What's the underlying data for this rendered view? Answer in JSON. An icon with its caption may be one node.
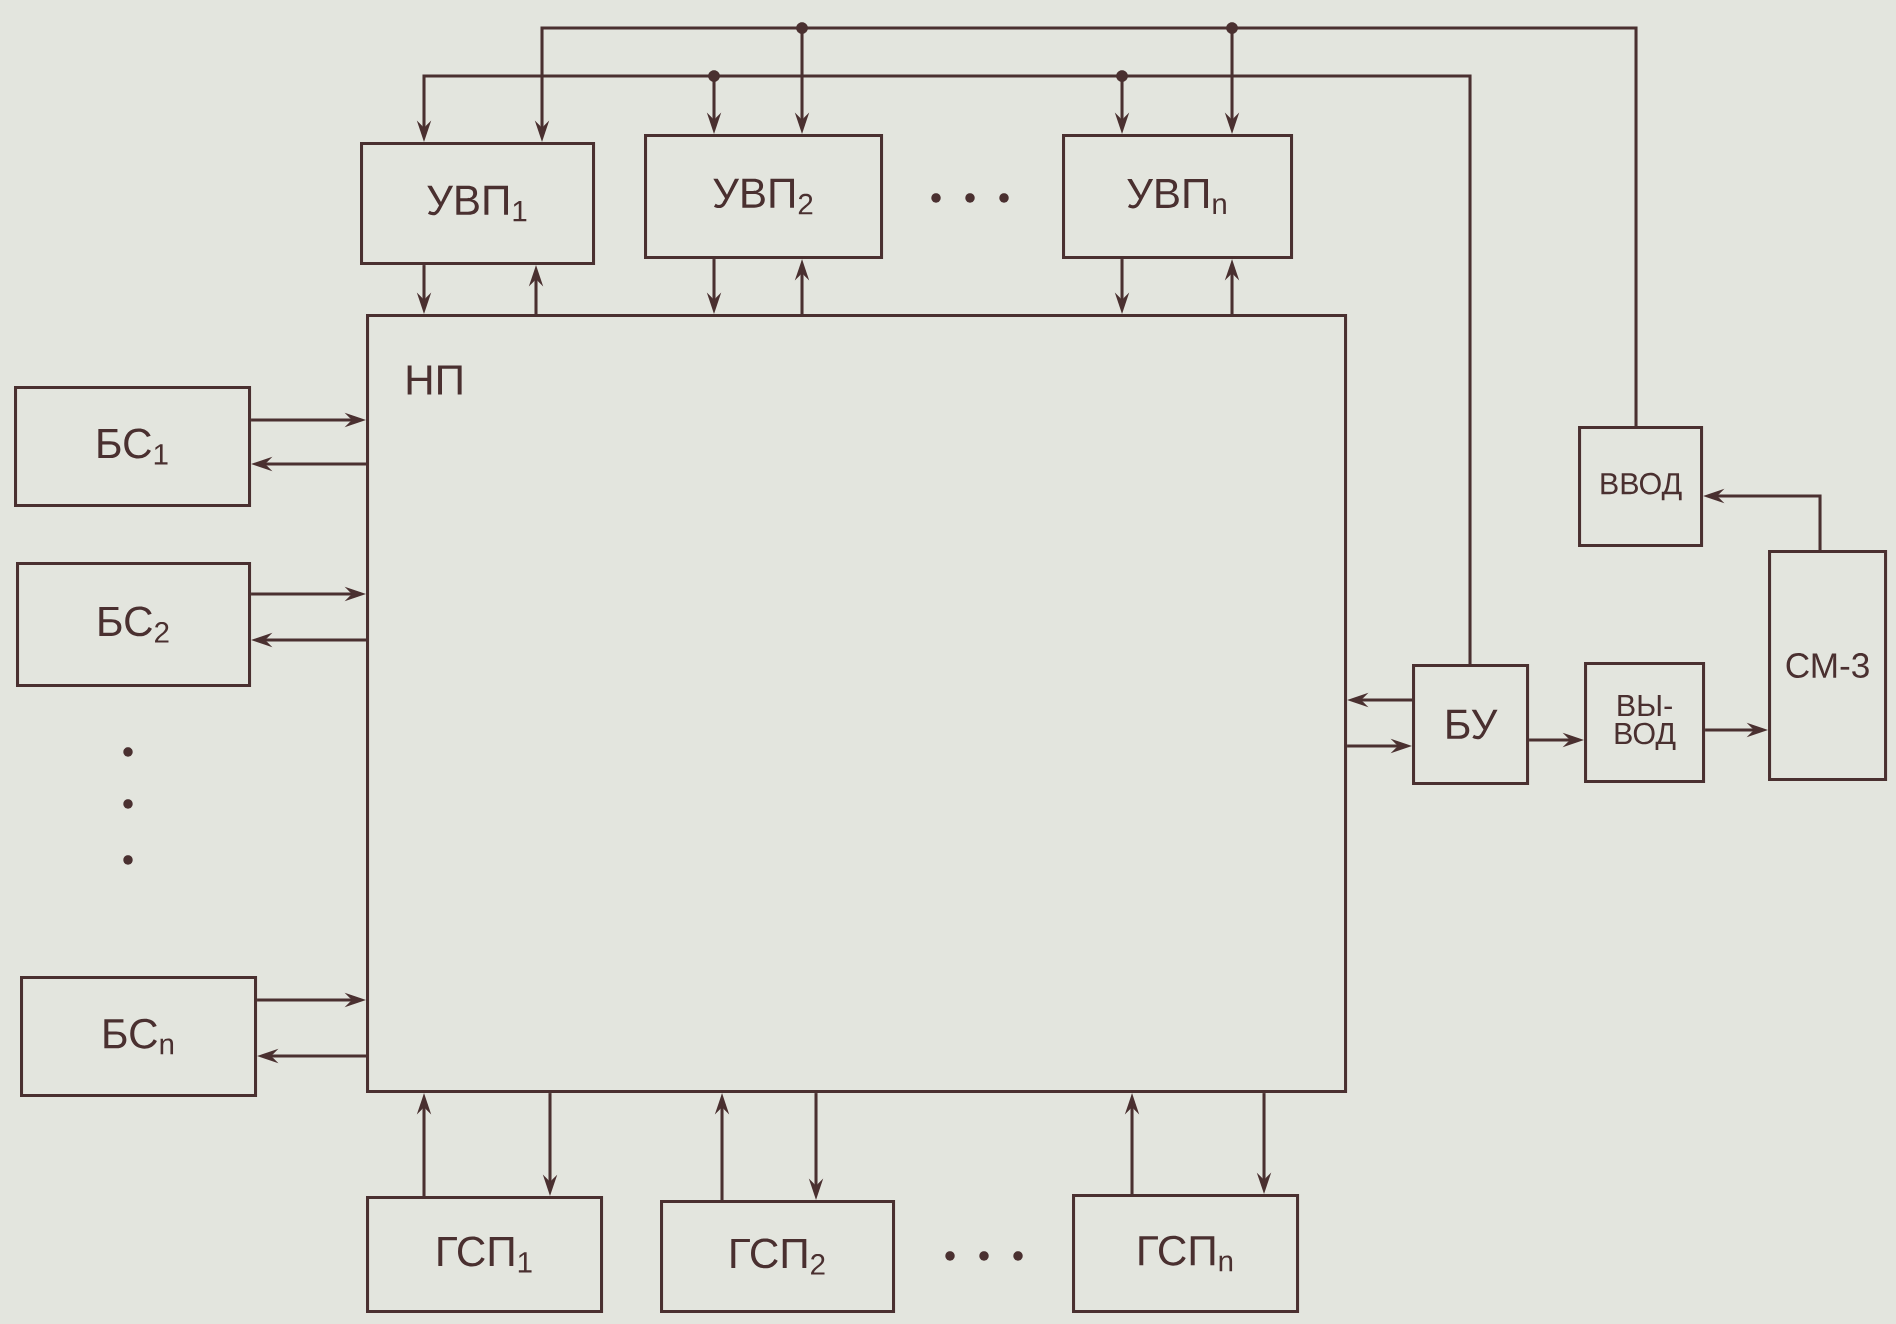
{
  "diagram": {
    "nodes": [
      {
        "text": [
          "УВП$_{1}$"
        ]
      },
      {
        "text": [
          "УВП$_{2}$"
        ]
      },
      {
        "text": [
          "УВП$_{n}$"
        ]
      },
      {
        "text": [
          "НП"
        ]
      },
      {
        "text": [
          "БС$_{1}$"
        ]
      },
      {
        "text": [
          "ВВОД"
        ]
      },
      {
        "text": [
          "БС$_{2}$"
        ]
      },
      {
        "text": [
          "БУ"
        ]
      },
      {
        "text": [
          "ВЫ- ВОД"
        ]
      },
      {
        "text": [
          "СМ-3"
        ]
      },
      {
        "text": [
          "БС$_{n}$"
        ]
      },
      {
        "text": [
          "ГСП$_{1}$"
        ]
      },
      {
        "text": [
          "ГСП$_{2}$"
        ]
      },
      {
        "text": [
          "ГСП$_{n}$"
        ]
      }
    ],
    "edges": [
      {
        "from": 0,
        "to": 3,
        "arrow": "to"
      },
      {
        "from": 3,
        "to": 0,
        "arrow": "to"
      },
      {
        "from": 1,
        "to": 3,
        "arrow": "to"
      },
      {
        "from": 3,
        "to": 1,
        "arrow": "to"
      },
      {
        "from": 2,
        "to": 3,
        "arrow": "to"
      },
      {
        "from": 3,
        "to": 2,
        "arrow": "to"
      },
      {
        "from": 4,
        "to": 3,
        "arrow": "to"
      },
      {
        "from": 3,
        "to": 4,
        "arrow": "to"
      },
      {
        "from": 6,
        "to": 3,
        "arrow": "to"
      },
      {
        "from": 3,
        "to": 6,
        "arrow": "to"
      },
      {
        "from": 10,
        "to": 3,
        "arrow": "to"
      },
      {
        "from": 3,
        "to": 10,
        "arrow": "to"
      },
      {
        "from": 11,
        "to": 3,
        "arrow": "to"
      },
      {
        "from": 3,
        "to": 11,
        "arrow": "to"
      },
      {
        "from": 12,
        "to": 3,
        "arrow": "to"
      },
      {
        "from": 3,
        "to": 12,
        "arrow": "to"
      },
      {
        "from": 13,
        "to": 3,
        "arrow": "to"
      },
      {
        "from": 3,
        "to": 13,
        "arrow": "to"
      },
      {
        "from": 7,
        "to": 3,
        "arrow": "to"
      },
      {
        "from": 3,
        "to": 7,
        "arrow": "to"
      },
      {
        "from": 7,
        "to": 8,
        "arrow": "to"
      },
      {
        "from": 8,
        "to": 9,
        "arrow": "to"
      },
      {
        "from": 9,
        "to": 5,
        "arrow": "to"
      },
      {
        "from": 7,
        "to": 0,
        "arrow": "to"
      },
      {
        "from": 7,
        "to": 1,
        "arrow": "to"
      },
      {
        "from": 7,
        "to": 2,
        "arrow": "to"
      },
      {
        "from": 5,
        "to": 0,
        "arrow": "to"
      },
      {
        "from": 5,
        "to": 1,
        "arrow": "to"
      },
      {
        "from": 5,
        "to": 2,
        "arrow": "to"
      }
    ]
  }
}
